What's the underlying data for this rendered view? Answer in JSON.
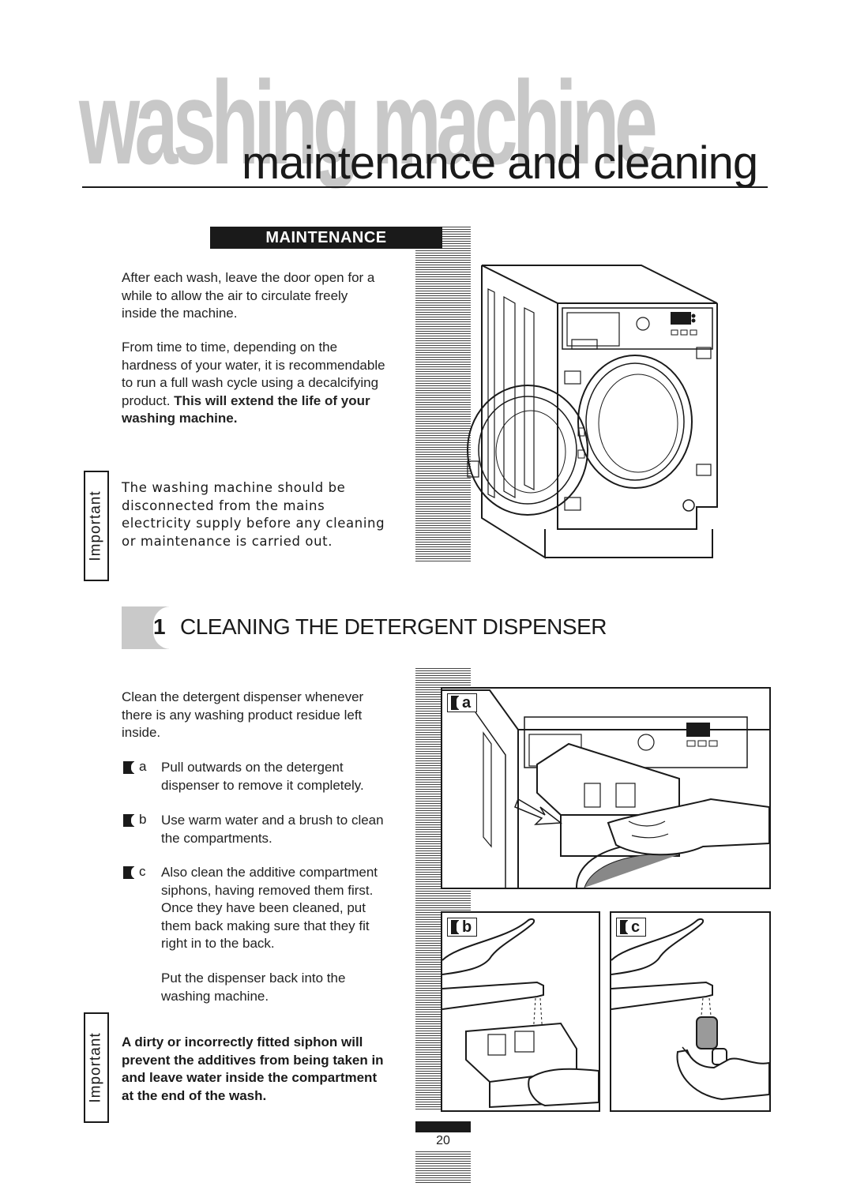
{
  "title": {
    "background_word": "washing machine",
    "main": "maintenance and cleaning"
  },
  "maintenance": {
    "heading": "MAINTENANCE",
    "para1": "After each wash, leave the door open for a while to allow the air to circulate freely inside the machine.",
    "para2_normal": "From time to time, depending on the hardness of your water, it is recommendable to run a full wash cycle using a decalcifying product.",
    "para2_bold": "This will extend the life of your washing machine.",
    "important_label": "Important",
    "important_text": "The washing machine should be disconnected from the mains electricity supply before any cleaning or maintenance is carried out."
  },
  "section2": {
    "number": "1",
    "heading": "CLEANING THE DETERGENT DISPENSER",
    "intro": "Clean the detergent dispenser whenever there is any washing product residue left inside.",
    "steps": [
      {
        "letter": "a",
        "text": "Pull outwards on the detergent dispenser to remove it completely."
      },
      {
        "letter": "b",
        "text": "Use warm water and a brush to clean the compartments."
      },
      {
        "letter": "c",
        "text": "Also clean the additive compartment siphons, having removed them first. Once they have been cleaned, put them back making sure that they fit right in to the back."
      }
    ],
    "closing": "Put the dispenser back into the washing machine.",
    "important_label": "Important",
    "important_text": "A dirty or incorrectly fitted siphon will prevent the additives from being taken in and leave water inside the compartment at the end of the wash.",
    "panel_labels": [
      "a",
      "b",
      "c"
    ]
  },
  "page_number": "20"
}
